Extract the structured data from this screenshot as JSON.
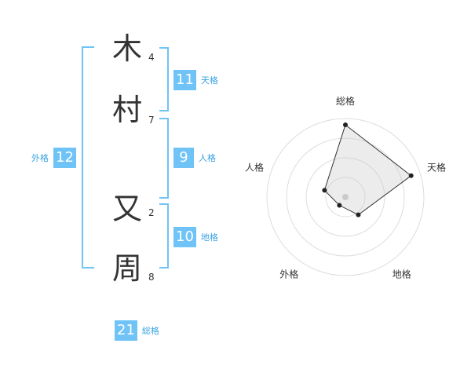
{
  "colors": {
    "accent": "#6fc3f7",
    "text": "#333333",
    "label": "#3aa3e3"
  },
  "name_chars": [
    {
      "char": "木",
      "strokes": "4"
    },
    {
      "char": "村",
      "strokes": "7"
    },
    {
      "char": "又",
      "strokes": "2"
    },
    {
      "char": "周",
      "strokes": "8"
    }
  ],
  "scores": {
    "tenkaku": {
      "value": "11",
      "label": "天格"
    },
    "jinkaku": {
      "value": "9",
      "label": "人格"
    },
    "chikaku": {
      "value": "10",
      "label": "地格"
    },
    "gaikaku": {
      "value": "12",
      "label": "外格"
    },
    "soukaku": {
      "value": "21",
      "label": "総格"
    }
  },
  "chart_data": {
    "type": "radar",
    "axes": [
      "総格",
      "天格",
      "地格",
      "外格",
      "人格"
    ],
    "values": [
      0.92,
      0.88,
      0.28,
      0.13,
      0.28
    ],
    "rings": 4,
    "max": 1
  }
}
